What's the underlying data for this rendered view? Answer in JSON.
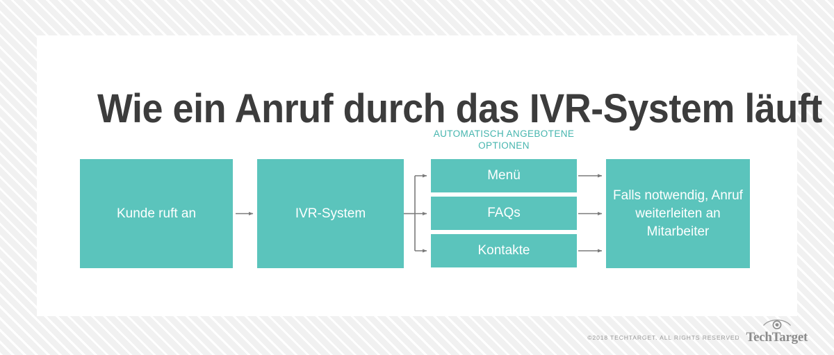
{
  "page": {
    "title": "Wie ein Anruf durch das IVR-System läuft",
    "accent_color": "#5bc4bc",
    "caption_color": "#45b5ae",
    "title_color": "#3c3c3c"
  },
  "diagram": {
    "type": "flowchart",
    "options_caption": "AUTOMATISCH ANGEBOTENE OPTIONEN",
    "nodes": [
      {
        "id": "customer",
        "label": "Kunde ruft an"
      },
      {
        "id": "ivr",
        "label": "IVR-System"
      },
      {
        "id": "menu",
        "label": "Menü"
      },
      {
        "id": "faqs",
        "label": "FAQs"
      },
      {
        "id": "contacts",
        "label": "Kontakte"
      },
      {
        "id": "agent",
        "label": "Falls notwendig, Anruf weiterleiten an Mitarbeiter"
      }
    ],
    "edges": [
      {
        "from": "customer",
        "to": "ivr"
      },
      {
        "from": "ivr",
        "to": "menu"
      },
      {
        "from": "ivr",
        "to": "faqs"
      },
      {
        "from": "ivr",
        "to": "contacts"
      },
      {
        "from": "menu",
        "to": "agent"
      },
      {
        "from": "faqs",
        "to": "agent"
      },
      {
        "from": "contacts",
        "to": "agent"
      }
    ]
  },
  "footer": {
    "copyright": "©2018 TECHTARGET. ALL RIGHTS RESERVED",
    "brand": "TechTarget"
  }
}
